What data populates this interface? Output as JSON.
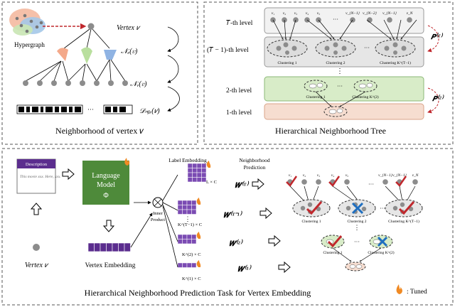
{
  "panel_a": {
    "title": "Neighborhood of vertex 𝑣",
    "hypergraph": "Hypergraph",
    "vertex": "Vertex 𝑣",
    "ne": "𝒩ₑ(𝑣)",
    "nv": "𝒩ᵥ(𝑣)",
    "dnbr": "𝒟ₙᵦᵣ(𝑣)",
    "dots": "···"
  },
  "panel_b": {
    "title": "Hierarchical Neighborhood Tree",
    "levels": [
      "𝑇-th level",
      "(𝑇 − 1)-th level",
      "2-th level",
      "1-th level"
    ],
    "top_nodes": [
      "v₁",
      "v₂",
      "v₃",
      "v₄",
      "v₅",
      "···",
      "v_{N−1}",
      "v_{N−2}",
      "v_{N−1}",
      "v_N"
    ],
    "cluster1": "Clustering 1",
    "cluster2": "Clustering 2",
    "clusterK": "Clustering K^(T−1)",
    "cluster1b": "Clustering 1",
    "clusterKb": "Clustering K^(2)",
    "PT": "𝑷⁽ᵀ⁾",
    "P2": "𝑷⁽²⁾",
    "vdots": "⋮",
    "dots": "···"
  },
  "panel_c": {
    "title": "Hierarchical Neighborhood Prediction Task for Vertex Embedding",
    "description": "Description",
    "desc_text": "This movie xxx. Here, xxx.",
    "lm_line1": "Language",
    "lm_line2": "Model",
    "lm_phi": "Φ",
    "vertex": "Vertex 𝑣",
    "vertex_embedding": "Vertex Embedding",
    "inner_line1": "Inner",
    "inner_line2": "Product",
    "label_embedding": "Label Embedding",
    "neigh_line1": "Neighborhood",
    "neigh_line2": "Prediction",
    "mat_labels": [
      "L × C",
      "K^(T−1) × C",
      "K^(2) × C",
      "K^(1) × C"
    ],
    "w_labels": [
      "𝑾⁽ᵀ⁾",
      "𝑾⁽ᵀ⁻¹⁾",
      "𝑾⁽²⁾",
      "𝑾⁽¹⁾"
    ],
    "nodes": [
      "v₁",
      "v₂",
      "v₃",
      "v₄",
      "v₅",
      "v_{N−1}",
      "v_{N−1}",
      "v_N"
    ],
    "cluster1": "Clustering 1",
    "cluster2": "Clustering 2",
    "clusterK": "Clustering K^(T−1)",
    "cluster1b": "Clustering 1",
    "clusterKb": "Clustering K^(2)",
    "tuned": ": Tuned",
    "vdots": "⋮",
    "dots": "···"
  },
  "colors": {
    "purple": "#5b2d8e",
    "green_box": "#4e8a3a",
    "level_green": "#d8ecc8",
    "level_pink": "#f6ddd0",
    "node_grey": "#8c8c8c",
    "red": "#c0282d",
    "blue": "#1f6fc0"
  }
}
